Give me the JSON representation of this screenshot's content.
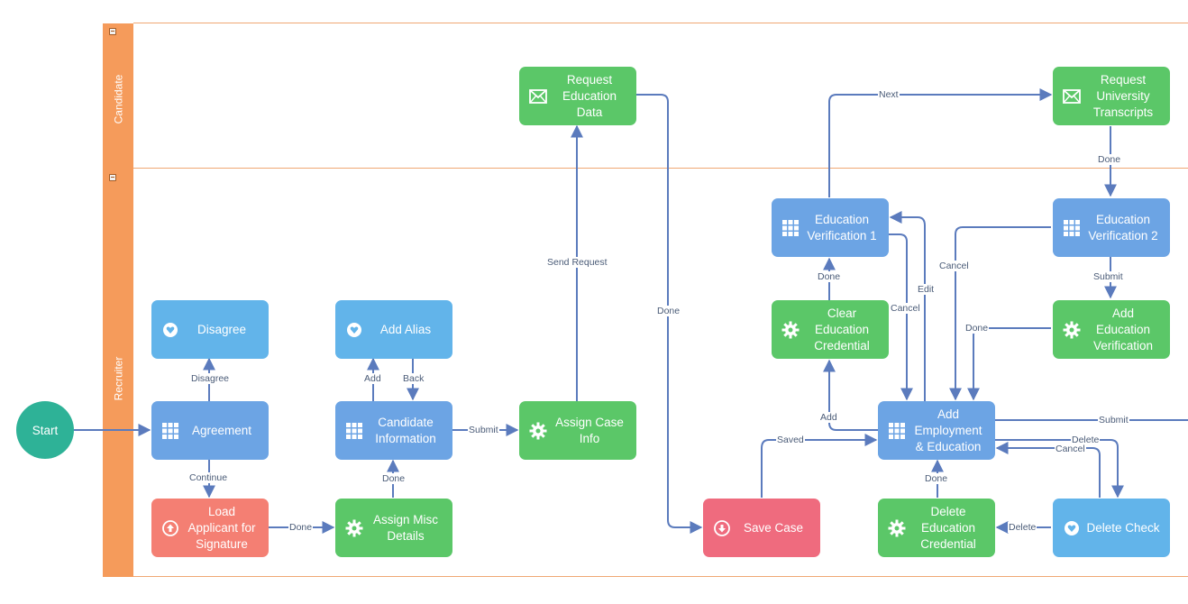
{
  "lanes": {
    "candidate": "Candidate",
    "recruiter": "Recruiter"
  },
  "start_label": "Start",
  "nodes": {
    "disagree": "Disagree",
    "agreement": "Agreement",
    "load_applicant": "Load\nApplicant for\nSignature",
    "add_alias": "Add Alias",
    "candidate_information": "Candidate\nInformation",
    "assign_misc": "Assign Misc\nDetails",
    "assign_case_info": "Assign Case\nInfo",
    "request_education_data": "Request\nEducation\nData",
    "save_case": "Save Case",
    "education_verification_1": "Education\nVerification 1",
    "clear_education_credential": "Clear\nEducation\nCredential",
    "add_employment_education": "Add\nEmployment\n& Education",
    "delete_education_credential": "Delete\nEducation\nCredential",
    "request_university_transcripts": "Request\nUniversity\nTranscripts",
    "education_verification_2": "Education\nVerification 2",
    "add_education_verification": "Add\nEducation\nVerification",
    "delete_check": "Delete Check"
  },
  "edges": {
    "disagree": "Disagree",
    "continue": "Continue",
    "done_load": "Done",
    "add": "Add",
    "back": "Back",
    "done_misc": "Done",
    "submit_candidate": "Submit",
    "send_request": "Send Request",
    "done_request": "Done",
    "saved": "Saved",
    "add_clear": "Add",
    "done_clear": "Done",
    "next": "Next",
    "cancel_ev1": "Cancel",
    "edit": "Edit",
    "done_transcripts": "Done",
    "cancel_ev2": "Cancel",
    "submit_ev2": "Submit",
    "done_add_ev": "Done",
    "submit_main": "Submit",
    "delete_to_check": "Delete",
    "cancel_check": "Cancel",
    "delete_to_cred": "Delete",
    "done_delete": "Done"
  },
  "colors": {
    "lane": "#f59b5b",
    "task_blue": "#6ca4e4",
    "task_light_blue": "#62b4ea",
    "task_green": "#5bc768",
    "task_red": "#f47f73",
    "task_pink": "#ef6b7e",
    "start": "#2eb297",
    "edge": "#5b7bbd"
  },
  "icons": {
    "grid": "grid-icon",
    "gear": "gear-icon",
    "envelope": "envelope-icon",
    "heart_pin": "heart-pin-icon",
    "upload": "upload-icon",
    "download": "download-icon"
  }
}
